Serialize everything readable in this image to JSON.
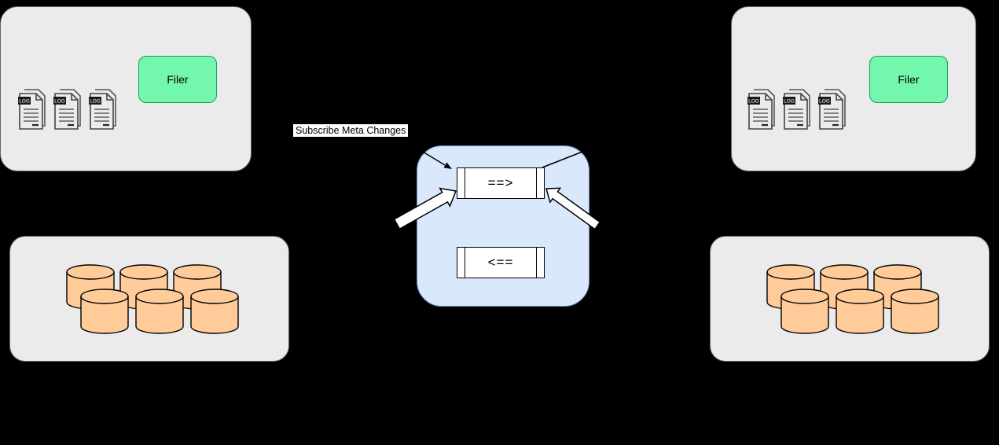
{
  "groups": {
    "top_left": {
      "filer_label": "Filer",
      "log_label": "LOG"
    },
    "top_right": {
      "filer_label": "Filer",
      "log_label": "LOG"
    },
    "queue": {
      "forward_label": "==>",
      "backward_label": "<=="
    },
    "annotations": {
      "subscribe": "Subscribe Meta Changes"
    }
  },
  "colors": {
    "background": "#000000",
    "group_fill": "#ebebeb",
    "group_border": "#666666",
    "filer_fill": "#72f7ad",
    "filer_border": "#14a05a",
    "queue_fill": "#dae8fc",
    "queue_border": "#6c8ebf",
    "process_fill": "#ffffff",
    "process_border": "#000000",
    "cylinder_fill": "#ffcc99",
    "cylinder_border": "#000000"
  }
}
